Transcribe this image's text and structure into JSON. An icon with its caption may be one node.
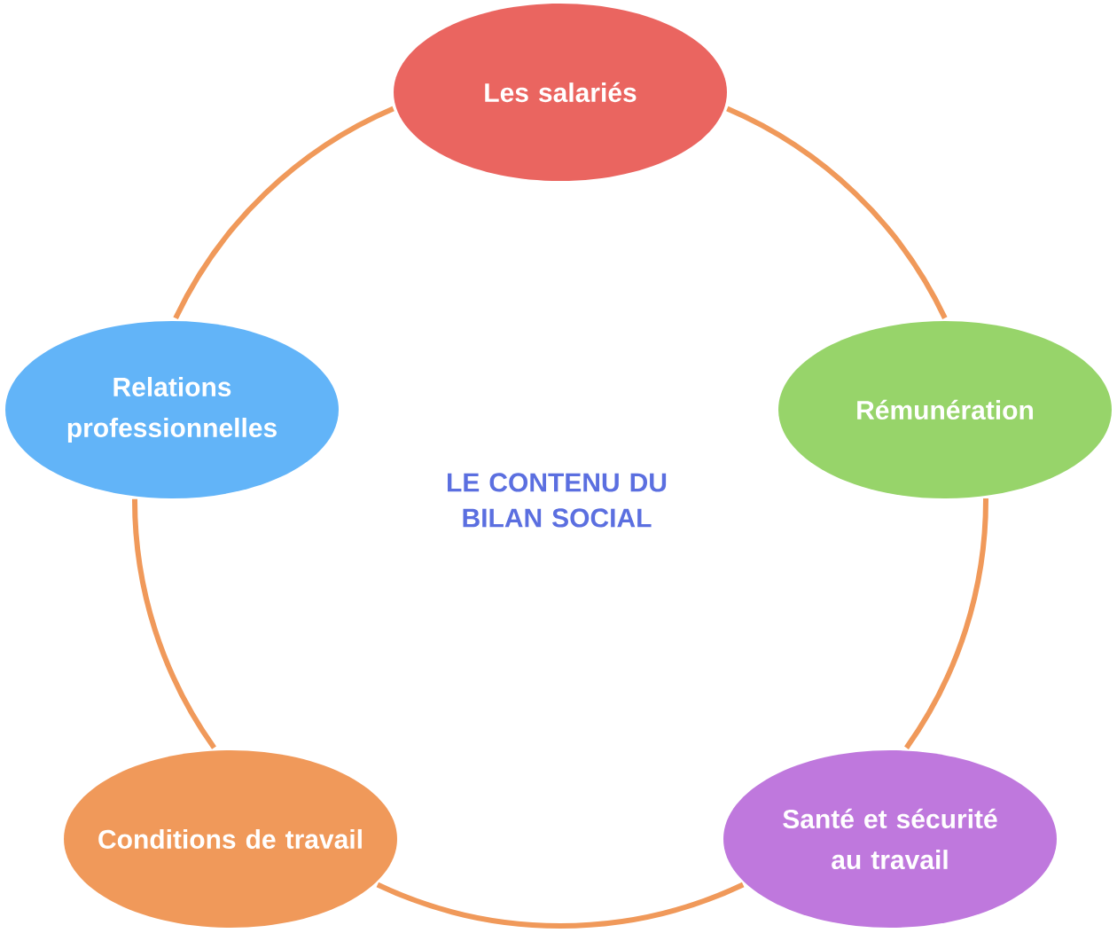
{
  "diagram": {
    "title": "LE CONTENU DU BILAN SOCIAL",
    "nodes": [
      {
        "text": [
          "Les salariés"
        ]
      },
      {
        "text": [
          "Rémunération"
        ]
      },
      {
        "text": [
          "Santé et sécurité au travail"
        ]
      },
      {
        "text": [
          "Conditions de travail"
        ]
      },
      {
        "text": [
          "Relations professionnelles"
        ]
      }
    ],
    "edges": [
      {
        "from": 0,
        "to": 1,
        "arrow": "none"
      },
      {
        "from": 1,
        "to": 2,
        "arrow": "none"
      },
      {
        "from": 2,
        "to": 3,
        "arrow": "none"
      },
      {
        "from": 3,
        "to": 4,
        "arrow": "none"
      },
      {
        "from": 4,
        "to": 0,
        "arrow": "none"
      }
    ]
  }
}
